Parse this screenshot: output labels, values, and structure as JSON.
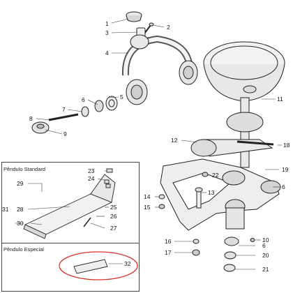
{
  "inset": {
    "standard_title": "Pêndulo Standard",
    "special_title": "Pêndulo Especial"
  },
  "parts": {
    "p1": "1",
    "p2": "2",
    "p3": "3",
    "p4": "4",
    "p5": "5",
    "p6a": "6",
    "p6b": "6",
    "p6c": "6",
    "p7": "7",
    "p8": "8",
    "p9": "9",
    "p10": "10",
    "p11": "11",
    "p12": "12",
    "p13": "13",
    "p14": "14",
    "p15": "15",
    "p16": "16",
    "p17": "17",
    "p18": "18",
    "p19": "19",
    "p20": "20",
    "p21": "21",
    "p22": "22",
    "p23": "23",
    "p24": "24",
    "p25": "25",
    "p26": "26",
    "p27": "27",
    "p28": "28",
    "p29": "29",
    "p30": "30",
    "p31": "31",
    "p32": "32"
  },
  "highlight_color": "#d9342b"
}
